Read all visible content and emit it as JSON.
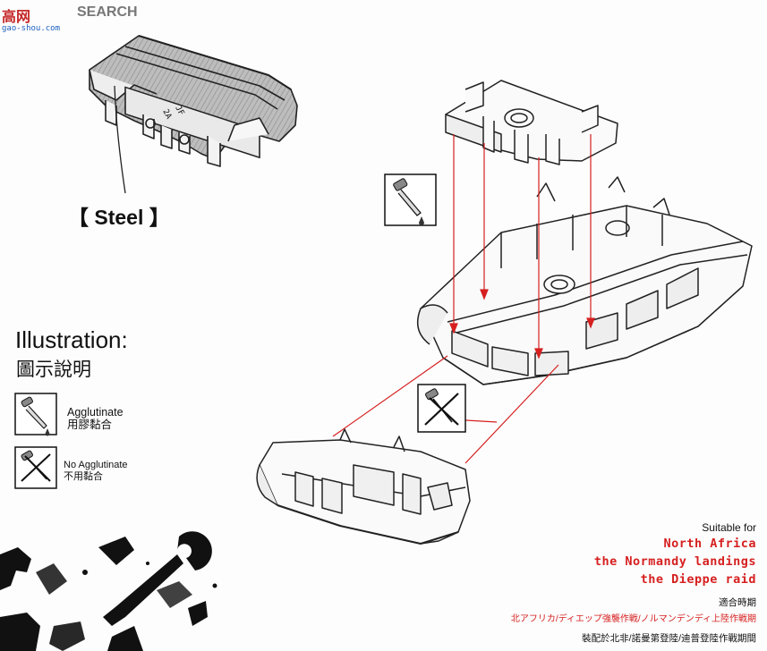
{
  "watermark": {
    "logo_text": "高网",
    "search_text": "SEARCH",
    "domain_text": "gao-shou.com"
  },
  "part": {
    "material_label": "【 Steel 】",
    "stamp_text": "JF",
    "part_number": "2A"
  },
  "illustration": {
    "title": "Illustration:",
    "title_cn": "圖示說明",
    "legend": [
      {
        "icon": "glue-bottle-icon",
        "label": "Agglutinate",
        "label_cn": "用膠黏合"
      },
      {
        "icon": "no-glue-icon",
        "label": "No Agglutinate",
        "label_cn": "不用黏合"
      }
    ]
  },
  "suitability": {
    "heading": "Suitable for",
    "locations": [
      "North Africa",
      "the Normandy landings",
      "the Dieppe raid"
    ],
    "heading_cn": "適合時期",
    "locations_jp": "北アフリカ/ディエップ強襲作戦/ノルマンデンディ上陸作戦期",
    "locations_cn": "裝配於北非/諾曼第登陸/迪普登陸作戰期間"
  },
  "colors": {
    "accent_red": "#d62020",
    "line_color": "#222222"
  }
}
